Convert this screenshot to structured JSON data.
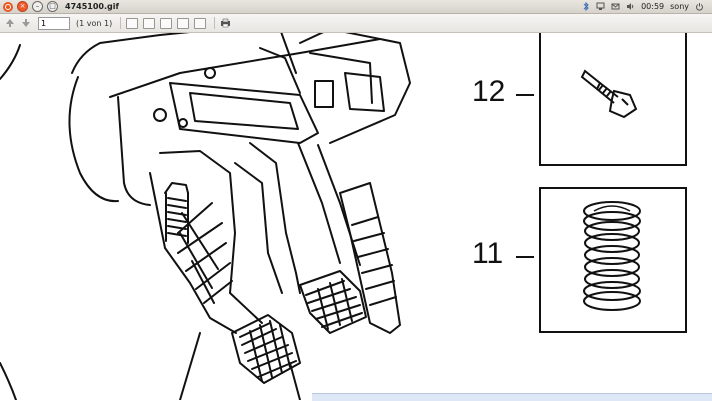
{
  "window": {
    "title": "4745100.gif"
  },
  "tray": {
    "time": "00:59",
    "user": "sony"
  },
  "toolbar": {
    "page_value": "1",
    "page_count": "(1 von 1)"
  },
  "parts": [
    {
      "number": "12",
      "name": "bolt"
    },
    {
      "number": "11",
      "name": "spring"
    }
  ],
  "icons": {
    "bluetooth": "bluetooth-icon",
    "network": "network-icon",
    "mail": "mail-icon",
    "volume": "volume-icon",
    "power": "power-icon"
  }
}
